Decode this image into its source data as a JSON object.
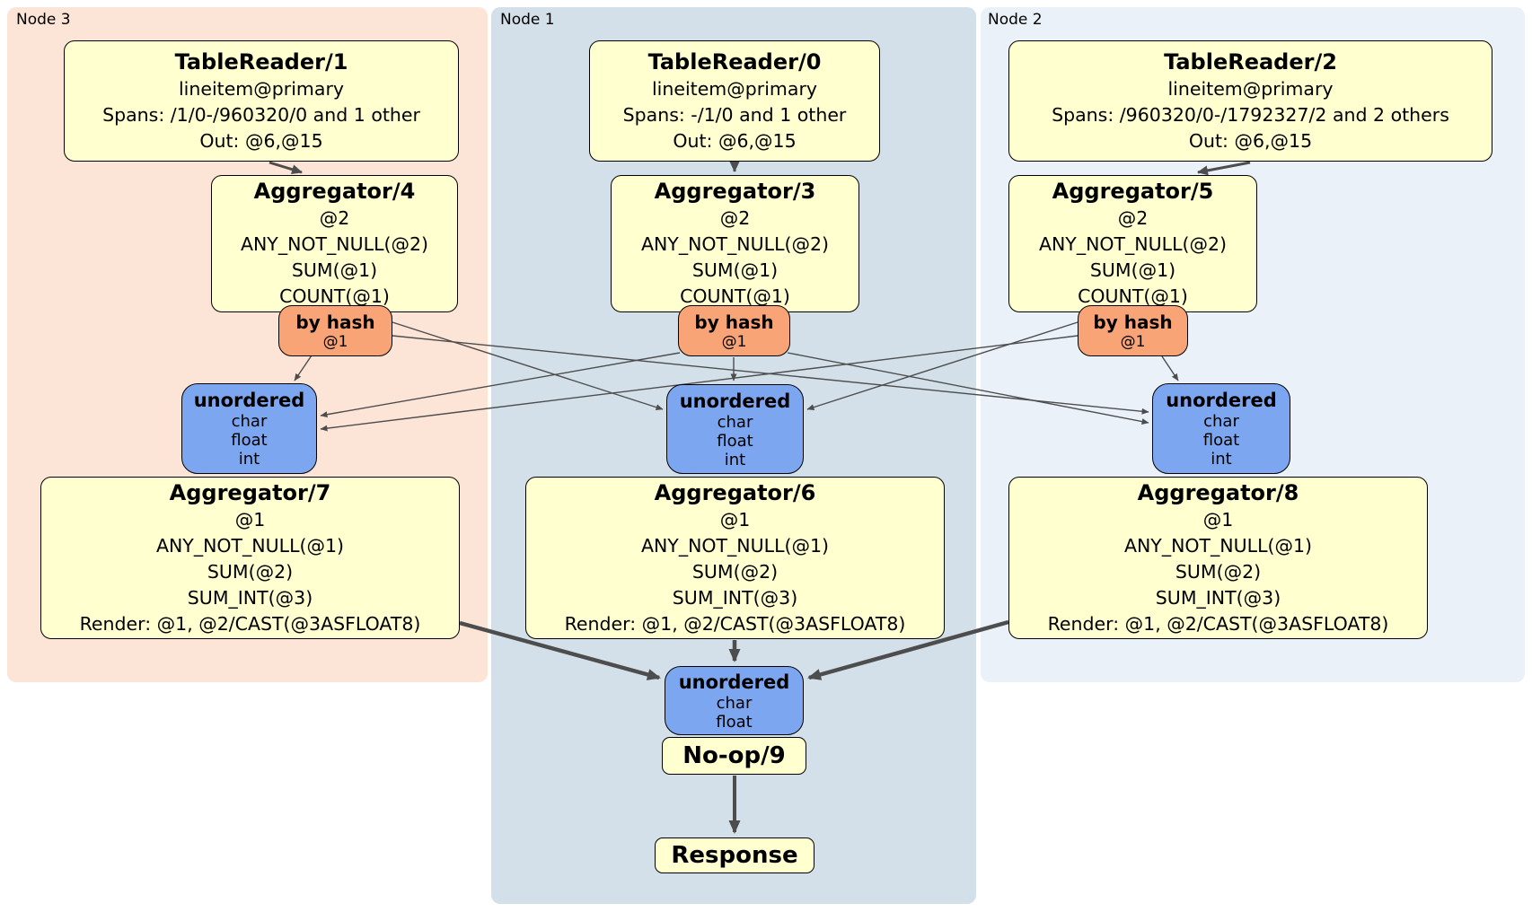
{
  "regions": {
    "node3": {
      "label": "Node 3"
    },
    "node1": {
      "label": "Node 1"
    },
    "node2": {
      "label": "Node 2"
    }
  },
  "boxes": {
    "tr1": {
      "title": "TableReader/1",
      "lines": [
        "lineitem@primary",
        "Spans: /1/0-/960320/0 and 1 other",
        "Out: @6,@15"
      ]
    },
    "tr0": {
      "title": "TableReader/0",
      "lines": [
        "lineitem@primary",
        "Spans: -/1/0 and 1 other",
        "Out: @6,@15"
      ]
    },
    "tr2": {
      "title": "TableReader/2",
      "lines": [
        "lineitem@primary",
        "Spans: /960320/0-/1792327/2 and 2 others",
        "Out: @6,@15"
      ]
    },
    "agg4": {
      "title": "Aggregator/4",
      "lines": [
        "@2",
        "ANY_NOT_NULL(@2)",
        "SUM(@1)",
        "COUNT(@1)"
      ]
    },
    "agg3": {
      "title": "Aggregator/3",
      "lines": [
        "@2",
        "ANY_NOT_NULL(@2)",
        "SUM(@1)",
        "COUNT(@1)"
      ]
    },
    "agg5": {
      "title": "Aggregator/5",
      "lines": [
        "@2",
        "ANY_NOT_NULL(@2)",
        "SUM(@1)",
        "COUNT(@1)"
      ]
    },
    "byhash3": {
      "title": "by hash",
      "lines": [
        "@1"
      ]
    },
    "byhash1": {
      "title": "by hash",
      "lines": [
        "@1"
      ]
    },
    "byhash2": {
      "title": "by hash",
      "lines": [
        "@1"
      ]
    },
    "unord3": {
      "title": "unordered",
      "lines": [
        "char",
        "float",
        "int"
      ]
    },
    "unord1": {
      "title": "unordered",
      "lines": [
        "char",
        "float",
        "int"
      ]
    },
    "unord2": {
      "title": "unordered",
      "lines": [
        "char",
        "float",
        "int"
      ]
    },
    "agg7": {
      "title": "Aggregator/7",
      "lines": [
        "@1",
        "ANY_NOT_NULL(@1)",
        "SUM(@2)",
        "SUM_INT(@3)",
        "Render: @1, @2/CAST(@3ASFLOAT8)"
      ]
    },
    "agg6": {
      "title": "Aggregator/6",
      "lines": [
        "@1",
        "ANY_NOT_NULL(@1)",
        "SUM(@2)",
        "SUM_INT(@3)",
        "Render: @1, @2/CAST(@3ASFLOAT8)"
      ]
    },
    "agg8": {
      "title": "Aggregator/8",
      "lines": [
        "@1",
        "ANY_NOT_NULL(@1)",
        "SUM(@2)",
        "SUM_INT(@3)",
        "Render: @1, @2/CAST(@3ASFLOAT8)"
      ]
    },
    "unordFinal": {
      "title": "unordered",
      "lines": [
        "char",
        "float"
      ]
    },
    "noop": {
      "title": "No-op/9"
    },
    "response": {
      "title": "Response"
    }
  },
  "colors": {
    "canvas_bg": "#ffffff",
    "node3_bg": "#fce4d6",
    "node1_bg": "#d3e0e9",
    "node2_bg": "#eaf1f9",
    "box_yellow": "#ffffd0",
    "router_orange": "#f8a476",
    "sync_blue": "#7da6f0",
    "edge_gray": "#4d4d4d",
    "border_black": "#000000"
  }
}
